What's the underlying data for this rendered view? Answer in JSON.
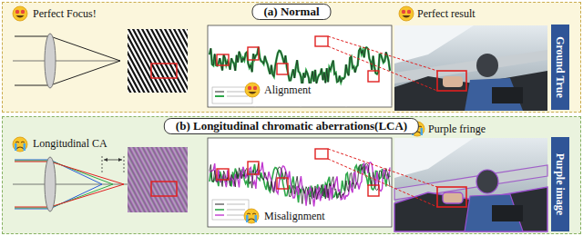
{
  "diagram": {
    "nodes": [
      {
        "text": [
          "(a) Normal"
        ]
      },
      {
        "text": [
          "Ground True"
        ],
        "in": 0
      },
      {
        "text": [
          "(b) Longitudinal chromatic aberrations(LCA)"
        ]
      },
      {
        "text": [
          "Purple image"
        ],
        "in": 2
      }
    ],
    "labels": [
      "Perfect Focus!",
      "Alignment",
      "Perfect result",
      "Longitudinal CA",
      "Misalignment",
      "Purple fringe"
    ]
  }
}
